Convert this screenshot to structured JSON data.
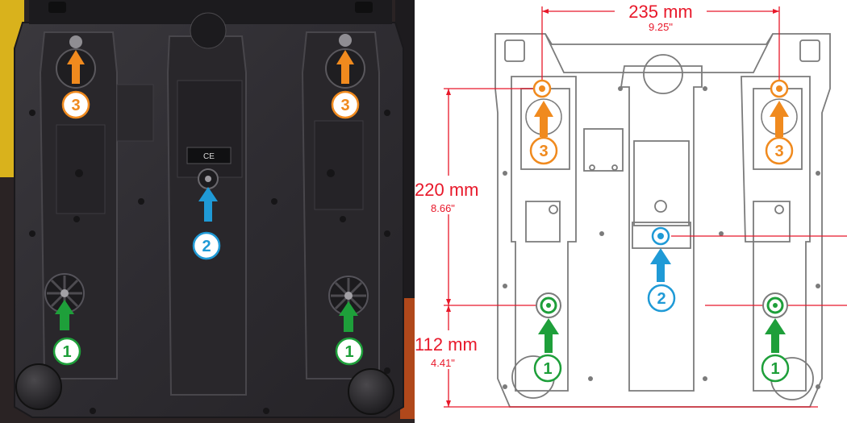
{
  "colors": {
    "install_point_1": "#1e9f3a",
    "install_point_2": "#1f9ad6",
    "install_point_3": "#f08a1e",
    "dimension_line": "#e8182a",
    "drawing_line": "#7b7b7b",
    "plate_photo": "#2d2b30"
  },
  "markers": {
    "one": "1",
    "two": "2",
    "three": "3"
  },
  "dimensions": {
    "width": {
      "mm": "235 mm",
      "in": "9.25\""
    },
    "height_upper": {
      "mm": "220 mm",
      "in": "8.66\""
    },
    "height_lower": {
      "mm": "112 mm",
      "in": "4.41\""
    }
  },
  "photo": {
    "product_label": "CE"
  },
  "icons": [
    "arrow-up-icon",
    "numbered-circle-icon"
  ]
}
